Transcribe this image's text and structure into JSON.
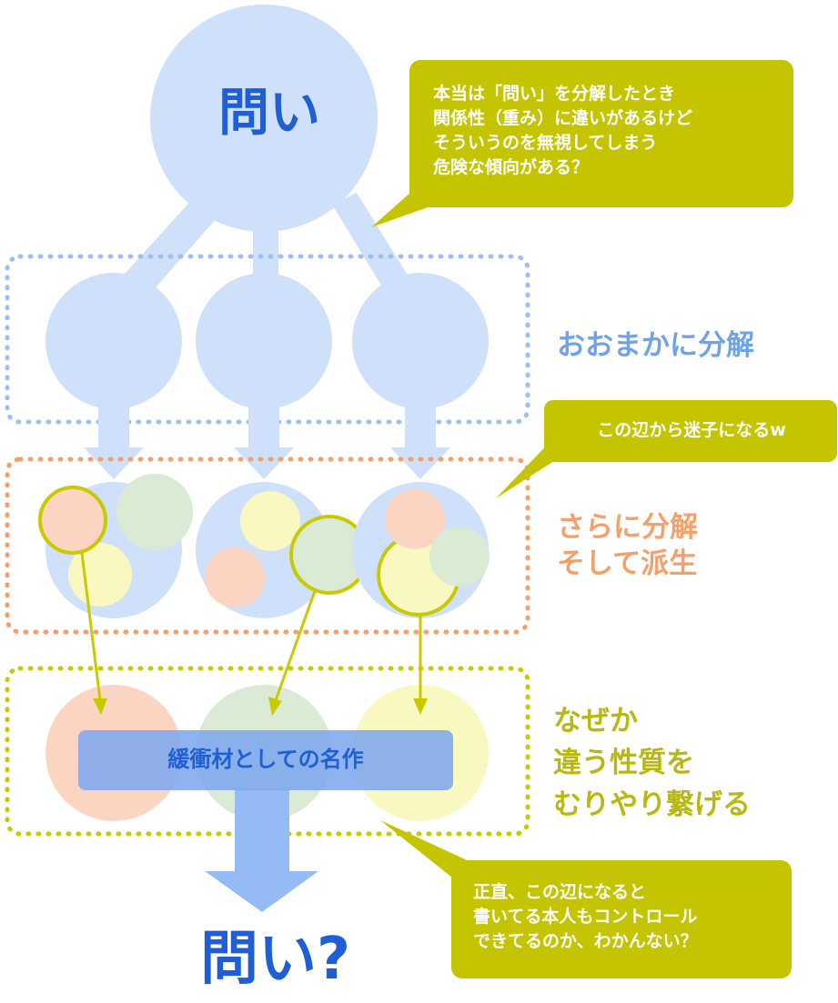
{
  "top_question": "問い",
  "bottom_question": "問い?",
  "callouts": {
    "top": [
      "本当は「問い」を分解したとき",
      "関係性（重み）に違いがあるけど",
      "そういうのを無視してしまう",
      "危険な傾向がある？"
    ],
    "middle": "この辺から迷子になるw",
    "bottom": [
      "正直、この辺になると",
      "書いてる本人もコントロール",
      "できてるのか、わかんない？"
    ]
  },
  "stage_labels": {
    "stage1": "おおまかに分解",
    "stage2": [
      "さらに分解",
      "そして派生"
    ],
    "stage3": [
      "なぜか",
      "違う性質を",
      "むりやり繋げる"
    ]
  },
  "bridge_label": "緩衝材としての名作",
  "colors": {
    "blue_light": "#cfe0fa",
    "blue_text": "#1e5fd6",
    "stage1_label": "#6fa2e8",
    "stage2_orange": "#f3a06a",
    "olive": "#c9c900",
    "olive_text": "#b8b810",
    "pink": "#fbd5c2",
    "mint": "#dbead4",
    "pale_yellow": "#f8f8c0"
  }
}
